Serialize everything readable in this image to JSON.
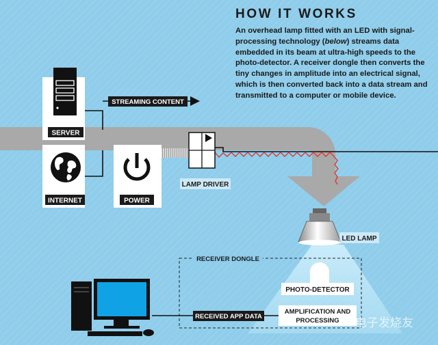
{
  "header": {
    "title": "HOW IT WORKS",
    "description": {
      "part1": "An overhead lamp fitted with an LED with signal-processing technology (",
      "emphasis": "below",
      "part2": ") streams data embedded in its beam at ultra-high speeds to the photo-detector. A receiver dongle then converts the tiny changes in amplitude into an electrical signal, which is then converted back into a data stream and transmitted to a computer or mobile device."
    }
  },
  "labels": {
    "server": "SERVER",
    "internet": "INTERNET",
    "power": "POWER",
    "streaming_content": "STREAMING CONTENT",
    "lamp_driver": "LAMP DRIVER",
    "led_lamp": "LED LAMP",
    "receiver_dongle": "RECEIVER DONGLE",
    "photo_detector": "PHOTO-DETECTOR",
    "amplification_line1": "AMPLIFICATION AND",
    "amplification_line2": "PROCESSING",
    "received_app_data": "RECEIVED APP DATA"
  },
  "watermark": "电子发烧友",
  "colors": {
    "background": "#8fcdeb",
    "ink": "#1a1a1a",
    "pipe": "#a9a9a9",
    "light_beam": "#d8f2fb",
    "monitor_screen": "#0fa3e6",
    "signal_red": "#e0382c"
  },
  "icons": [
    "server-icon",
    "globe-icon",
    "power-icon",
    "lamp-icon",
    "photo-detector-icon",
    "computer-icon",
    "arrow-icon"
  ]
}
